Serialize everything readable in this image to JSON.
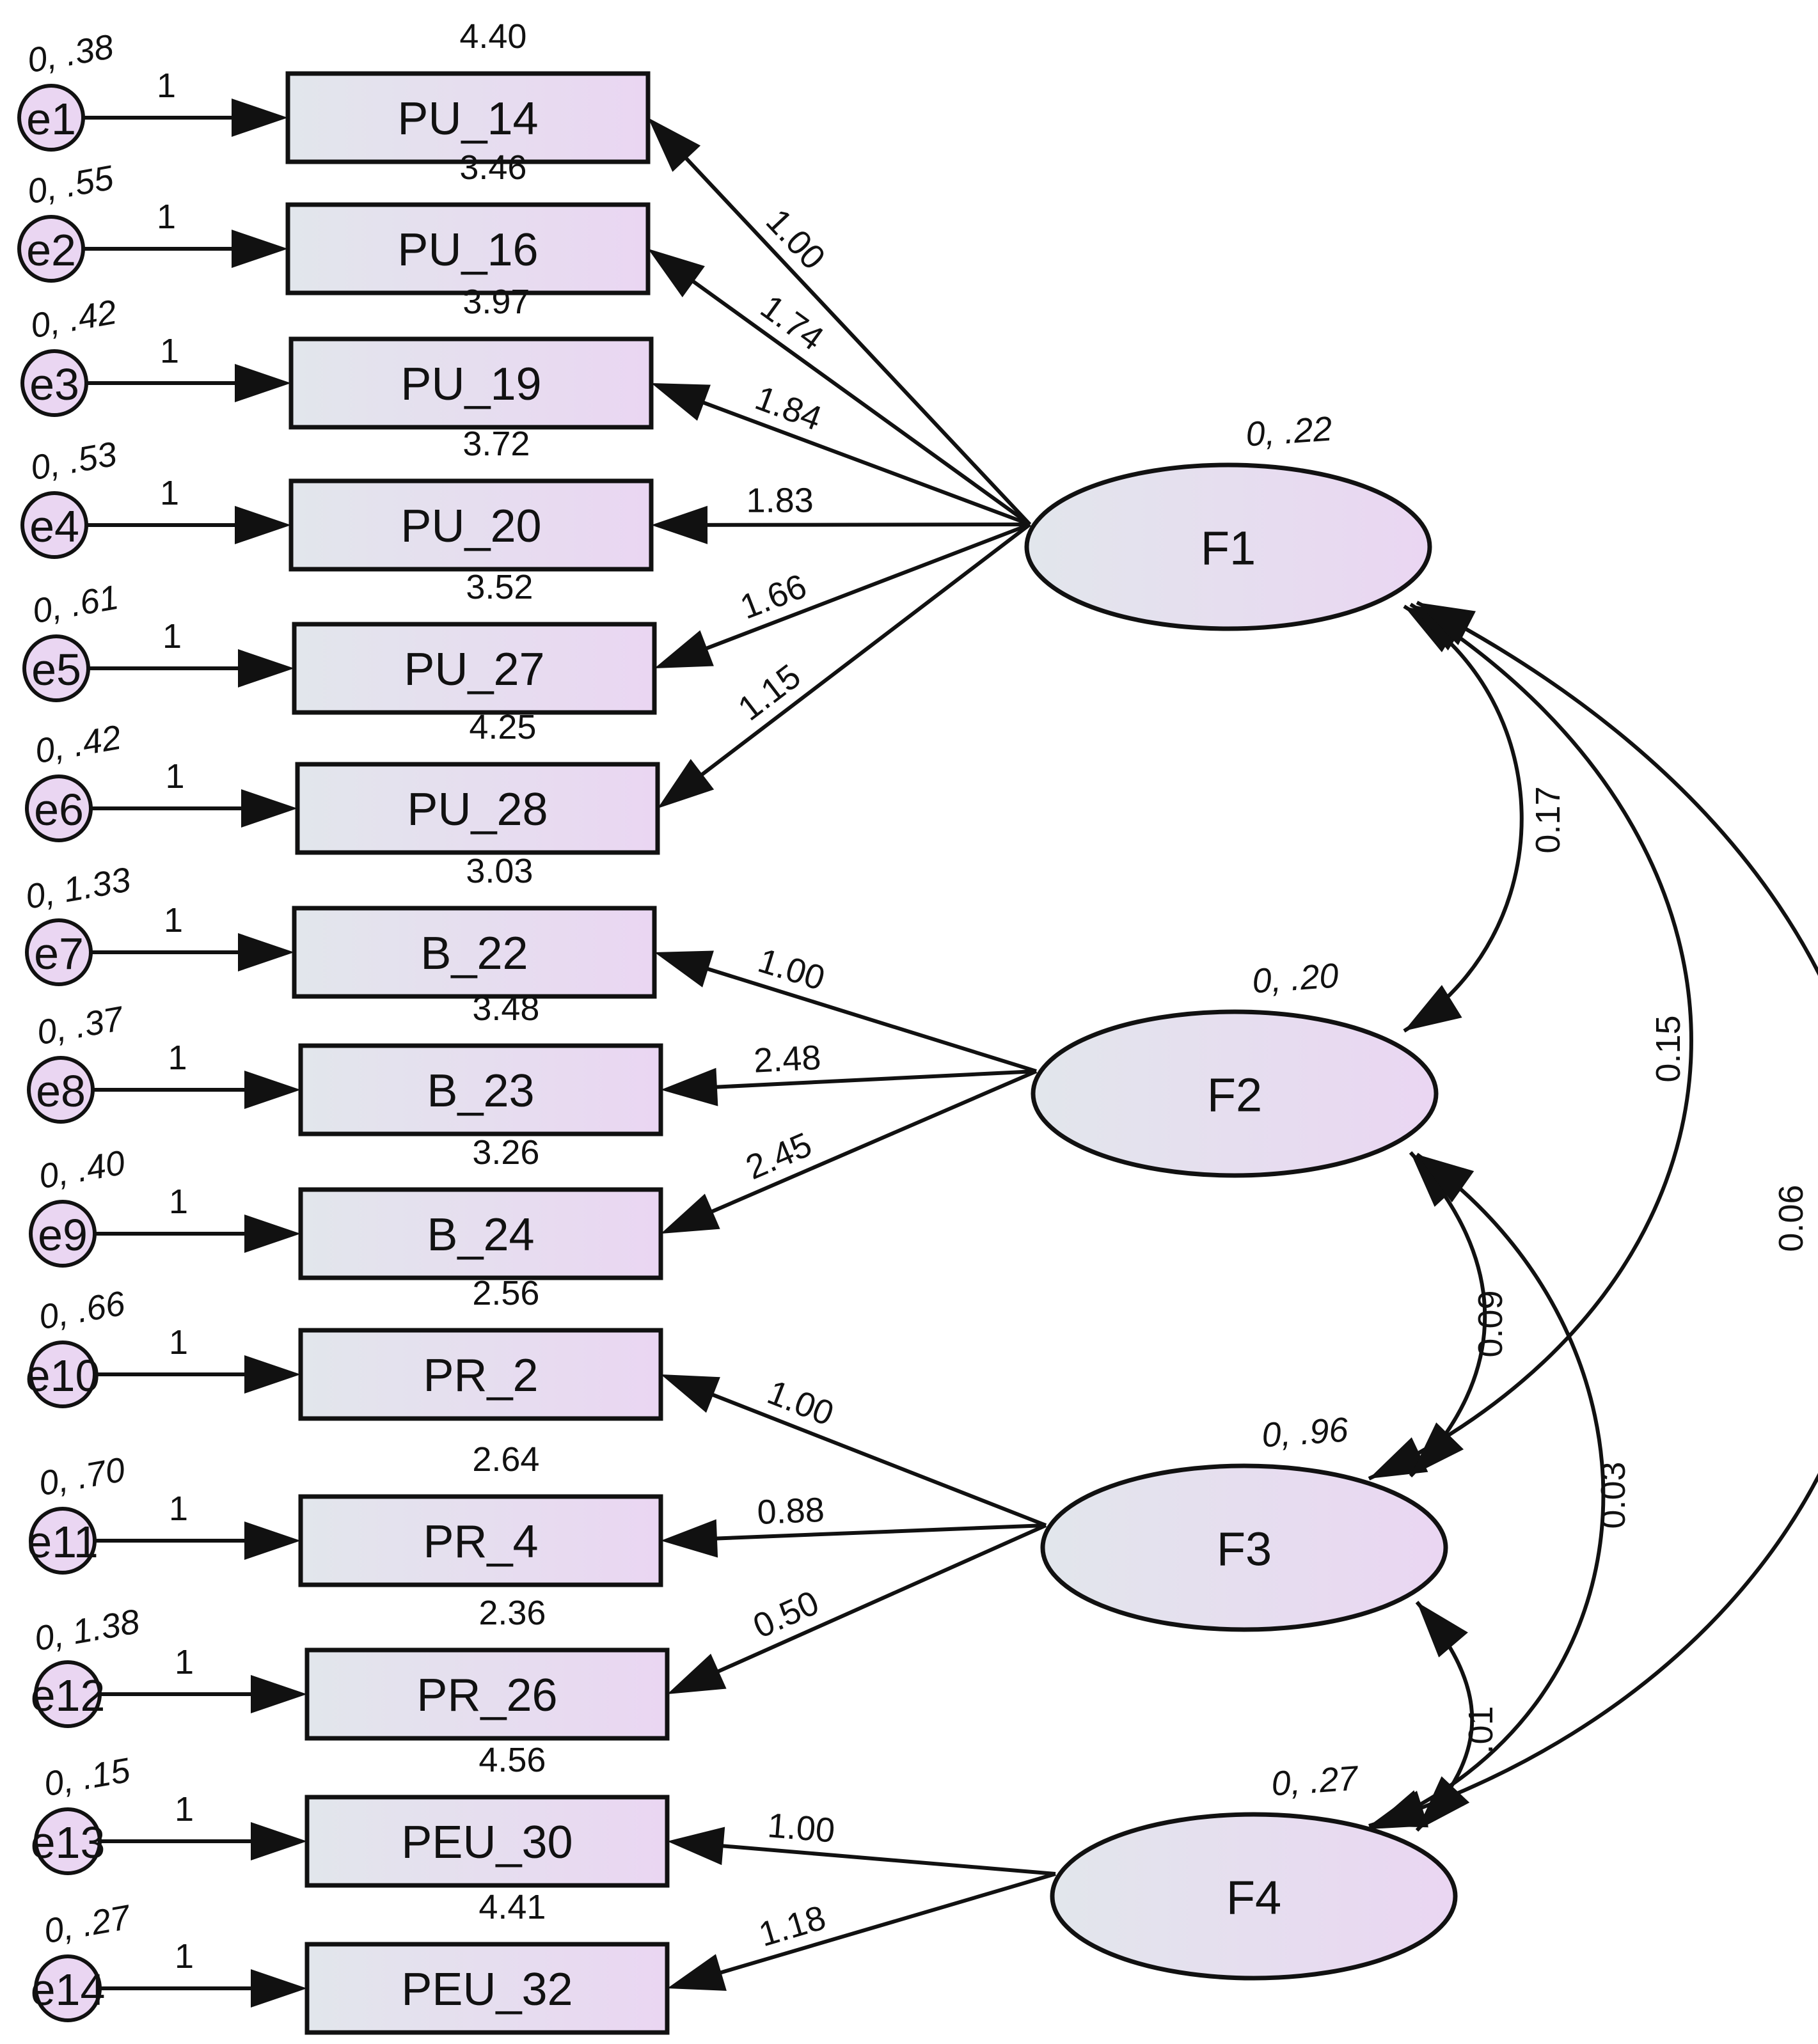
{
  "diagram": {
    "observed": [
      {
        "id": "PU_14",
        "label": "PU_14",
        "mean": "4.40",
        "error": "e1",
        "error_var": "0, .38",
        "fixed": "1"
      },
      {
        "id": "PU_16",
        "label": "PU_16",
        "mean": "3.46",
        "error": "e2",
        "error_var": "0, .55",
        "fixed": "1"
      },
      {
        "id": "PU_19",
        "label": "PU_19",
        "mean": "3.97",
        "error": "e3",
        "error_var": "0, .42",
        "fixed": "1"
      },
      {
        "id": "PU_20",
        "label": "PU_20",
        "mean": "3.72",
        "error": "e4",
        "error_var": "0, .53",
        "fixed": "1"
      },
      {
        "id": "PU_27",
        "label": "PU_27",
        "mean": "3.52",
        "error": "e5",
        "error_var": "0, .61",
        "fixed": "1"
      },
      {
        "id": "PU_28",
        "label": "PU_28",
        "mean": "4.25",
        "error": "e6",
        "error_var": "0, .42",
        "fixed": "1"
      },
      {
        "id": "B_22",
        "label": "B_22",
        "mean": "3.03",
        "error": "e7",
        "error_var": "0, 1.33",
        "fixed": "1"
      },
      {
        "id": "B_23",
        "label": "B_23",
        "mean": "3.48",
        "error": "e8",
        "error_var": "0, .37",
        "fixed": "1"
      },
      {
        "id": "B_24",
        "label": "B_24",
        "mean": "3.26",
        "error": "e9",
        "error_var": "0, .40",
        "fixed": "1"
      },
      {
        "id": "PR_2",
        "label": "PR_2",
        "mean": "2.56",
        "error": "e10",
        "error_var": "0, .66",
        "fixed": "1"
      },
      {
        "id": "PR_4",
        "label": "PR_4",
        "mean": "2.64",
        "error": "e11",
        "error_var": "0, .70",
        "fixed": "1"
      },
      {
        "id": "PR_26",
        "label": "PR_26",
        "mean": "2.36",
        "error": "e12",
        "error_var": "0, 1.38",
        "fixed": "1"
      },
      {
        "id": "PEU_30",
        "label": "PEU_30",
        "mean": "4.56",
        "error": "e13",
        "error_var": "0, .15",
        "fixed": "1"
      },
      {
        "id": "PEU_32",
        "label": "PEU_32",
        "mean": "4.41",
        "error": "e14",
        "error_var": "0, .27",
        "fixed": "1"
      }
    ],
    "latent": [
      {
        "id": "F1",
        "label": "F1",
        "variance": "0, .22"
      },
      {
        "id": "F2",
        "label": "F2",
        "variance": "0, .20"
      },
      {
        "id": "F3",
        "label": "F3",
        "variance": "0, .96"
      },
      {
        "id": "F4",
        "label": "F4",
        "variance": "0, .27"
      }
    ],
    "loadings": [
      {
        "from": "F1",
        "to": "PU_14",
        "value": "1.00"
      },
      {
        "from": "F1",
        "to": "PU_16",
        "value": "1.74"
      },
      {
        "from": "F1",
        "to": "PU_19",
        "value": "1.84"
      },
      {
        "from": "F1",
        "to": "PU_20",
        "value": "1.83"
      },
      {
        "from": "F1",
        "to": "PU_27",
        "value": "1.66"
      },
      {
        "from": "F1",
        "to": "PU_28",
        "value": "1.15"
      },
      {
        "from": "F2",
        "to": "B_22",
        "value": "1.00"
      },
      {
        "from": "F2",
        "to": "B_23",
        "value": "2.48"
      },
      {
        "from": "F2",
        "to": "B_24",
        "value": "2.45"
      },
      {
        "from": "F3",
        "to": "PR_2",
        "value": "1.00"
      },
      {
        "from": "F3",
        "to": "PR_4",
        "value": "0.88"
      },
      {
        "from": "F3",
        "to": "PR_26",
        "value": "0.50"
      },
      {
        "from": "F4",
        "to": "PEU_30",
        "value": "1.00"
      },
      {
        "from": "F4",
        "to": "PEU_32",
        "value": "1.18"
      }
    ],
    "covariances": [
      {
        "a": "F1",
        "b": "F2",
        "value": "0.17"
      },
      {
        "a": "F1",
        "b": "F3",
        "value": "0.15"
      },
      {
        "a": "F1",
        "b": "F4",
        "value": "0.06"
      },
      {
        "a": "F2",
        "b": "F3",
        "value": "0.09"
      },
      {
        "a": "F2",
        "b": "F4",
        "value": "0.03"
      },
      {
        "a": "F3",
        "b": "F4",
        "value": ".01"
      }
    ]
  },
  "colors": {
    "fill_start": "#e2e6ec",
    "fill_end": "#ead6f2",
    "error_fill": "#ead6f2",
    "line": "#111111"
  }
}
